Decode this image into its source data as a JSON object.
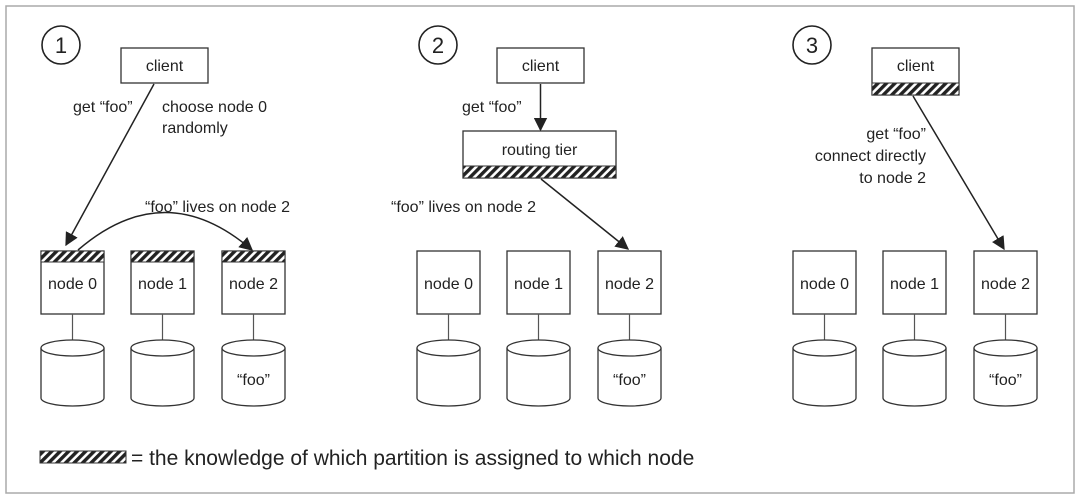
{
  "scenarios": [
    {
      "number": "1",
      "client": "client",
      "request_label": "get “foo”",
      "choice_label_line1": "choose node 0",
      "choice_label_line2": "randomly",
      "forward_label": "“foo” lives on node 2",
      "nodes": [
        "node 0",
        "node 1",
        "node 2"
      ],
      "disk_label": "“foo”"
    },
    {
      "number": "2",
      "client": "client",
      "request_label": "get “foo”",
      "router": "routing tier",
      "forward_label": "“foo” lives on node 2",
      "nodes": [
        "node 0",
        "node 1",
        "node 2"
      ],
      "disk_label": "“foo”"
    },
    {
      "number": "3",
      "client": "client",
      "request_line1": "get “foo”",
      "request_line2": "connect directly",
      "request_line3": "to node 2",
      "nodes": [
        "node 0",
        "node 1",
        "node 2"
      ],
      "disk_label": "“foo”"
    }
  ],
  "legend": {
    "text": "= the knowledge of which partition is assigned to which node"
  }
}
